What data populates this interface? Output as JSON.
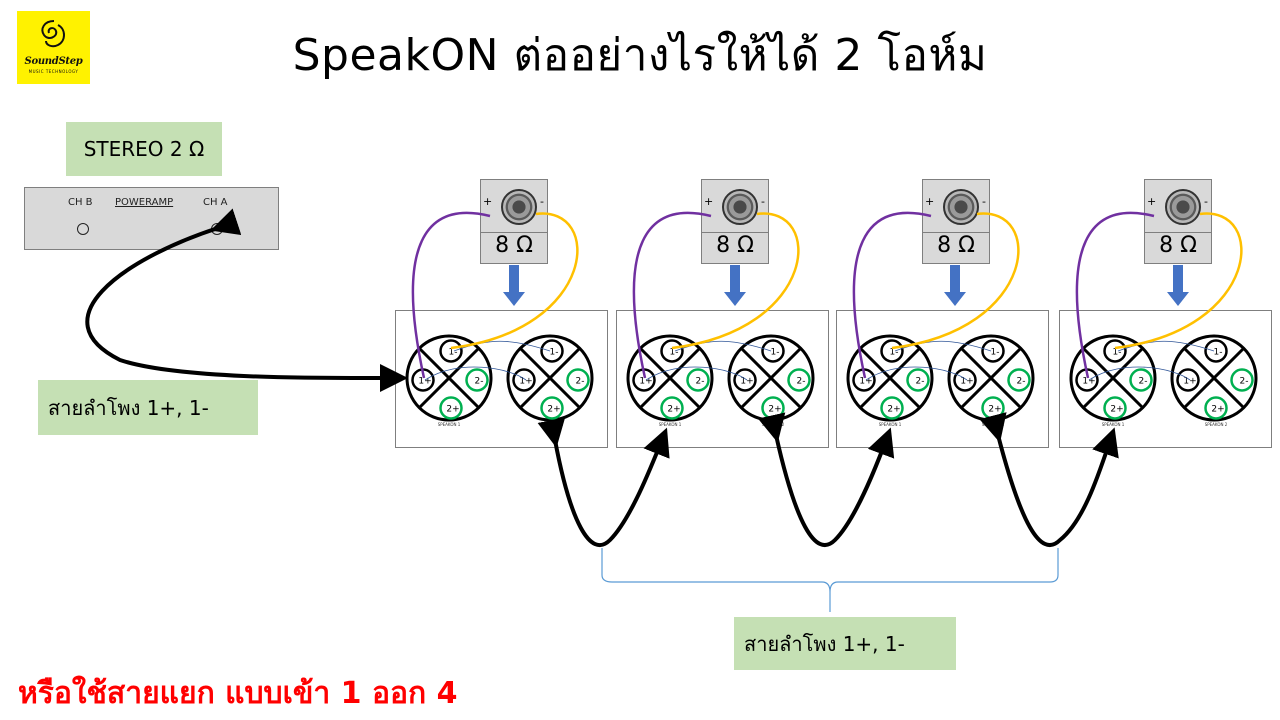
{
  "title": "SpeakON ต่ออย่างไรให้ได้ 2 โอห์ม",
  "logo": {
    "name": "SoundStep",
    "sub": "MUSIC TECHNOLOGY",
    "color": "#fff200"
  },
  "stereo_label": "STEREO 2 Ω",
  "amp": {
    "ch_b": "CH B",
    "name": "POWERAMP",
    "ch_a": "CH A"
  },
  "cable_label_left": "สายลำโพง  1+, 1-",
  "cable_label_bottom": "สายลำโพง  1+, 1-",
  "bottom_note": "หรือใช้สายแยก แบบเข้า 1 ออก 4",
  "speakers": [
    {
      "impedance": "8 Ω",
      "plus": "+",
      "minus": "-"
    },
    {
      "impedance": "8 Ω",
      "plus": "+",
      "minus": "-"
    },
    {
      "impedance": "8 Ω",
      "plus": "+",
      "minus": "-"
    },
    {
      "impedance": "8 Ω",
      "plus": "+",
      "minus": "-"
    }
  ],
  "connector": {
    "pins": [
      "1+",
      "1-",
      "2-",
      "2+"
    ],
    "left_caption": "SPEAKON 1",
    "right_caption": "SPEAKON 2"
  },
  "colors": {
    "plus_wire": "#7030a0",
    "minus_wire": "#ffc000",
    "arrow": "#4472c4",
    "pin2_ring": "#00b050",
    "label_bg": "#c5e0b4",
    "note": "#ff0000"
  }
}
